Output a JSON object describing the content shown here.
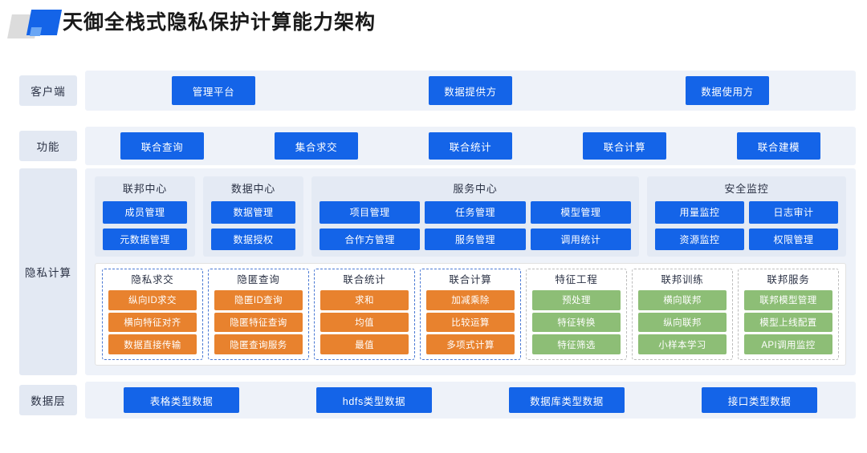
{
  "header": {
    "title": "天御全栈式隐私保护计算能力架构",
    "logo_icon": "brand-parallelogram-logo"
  },
  "rows": {
    "client": {
      "label": "客户端",
      "items": [
        "管理平台",
        "数据提供方",
        "数据使用方"
      ]
    },
    "function": {
      "label": "功能",
      "items": [
        "联合查询",
        "集合求交",
        "联合统计",
        "联合计算",
        "联合建模"
      ]
    },
    "privacy": {
      "label": "隐私计算",
      "panels": [
        {
          "title": "联邦中心",
          "items": [
            "成员管理",
            "元数据管理"
          ]
        },
        {
          "title": "数据中心",
          "items": [
            "数据管理",
            "数据授权"
          ]
        },
        {
          "title": "服务中心",
          "items": [
            "项目管理",
            "任务管理",
            "模型管理",
            "合作方管理",
            "服务管理",
            "调用统计"
          ]
        },
        {
          "title": "安全监控",
          "items": [
            "用量监控",
            "日志审计",
            "资源监控",
            "权限管理"
          ]
        }
      ],
      "cards": [
        {
          "title": "隐私求交",
          "color": "orange",
          "items": [
            "纵向ID求交",
            "横向特征对齐",
            "数据直接传输"
          ]
        },
        {
          "title": "隐匿查询",
          "color": "orange",
          "items": [
            "隐匿ID查询",
            "隐匿特征查询",
            "隐匿查询服务"
          ]
        },
        {
          "title": "联合统计",
          "color": "orange",
          "items": [
            "求和",
            "均值",
            "最值"
          ]
        },
        {
          "title": "联合计算",
          "color": "orange",
          "items": [
            "加减乘除",
            "比较运算",
            "多项式计算"
          ]
        },
        {
          "title": "特征工程",
          "color": "green",
          "items": [
            "预处理",
            "特征转换",
            "特征筛选"
          ]
        },
        {
          "title": "联邦训练",
          "color": "green",
          "items": [
            "横向联邦",
            "纵向联邦",
            "小样本学习"
          ]
        },
        {
          "title": "联邦服务",
          "color": "green",
          "items": [
            "联邦模型管理",
            "模型上线配置",
            "API调用监控"
          ]
        }
      ]
    },
    "data": {
      "label": "数据层",
      "items": [
        "表格类型数据",
        "hdfs类型数据",
        "数据库类型数据",
        "接口类型数据"
      ]
    }
  },
  "colors": {
    "brand_blue": "#1464e8",
    "orange": "#e8822e",
    "green": "#8dbe76",
    "row_bg": "#eef2f9",
    "label_bg": "#e3e9f3",
    "panel_bg": "#e4eaf4"
  }
}
